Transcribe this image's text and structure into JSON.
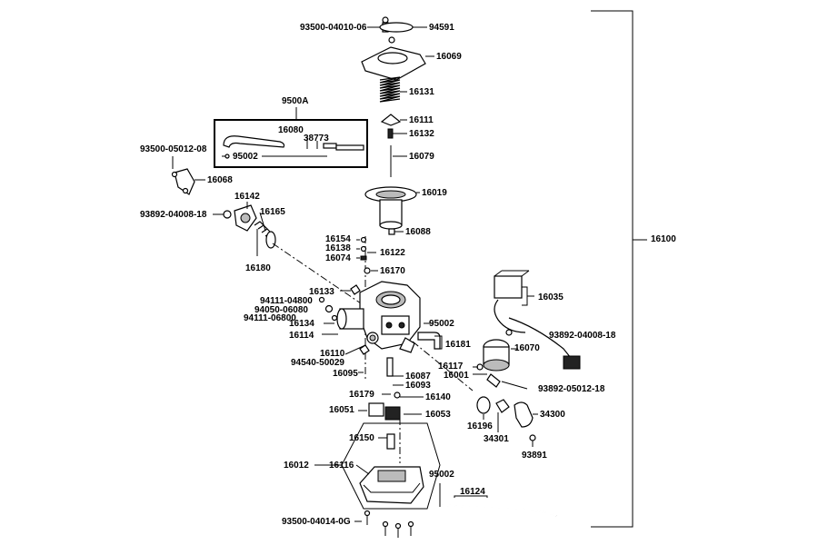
{
  "labels": {
    "p93500_04010_06": "93500-04010-06",
    "p94591": "94591",
    "p16069": "16069",
    "p16131": "16131",
    "p16111": "16111",
    "p16132": "16132",
    "p16079": "16079",
    "p16019": "16019",
    "p16088": "16088",
    "p9500A": "9500A",
    "p16080": "16080",
    "p38773": "38773",
    "p95002_top": "95002",
    "p93500_05012_08": "93500-05012-08",
    "p16068": "16068",
    "p16142": "16142",
    "p16165": "16165",
    "p93892_04008_18_left": "93892-04008-18",
    "p16180": "16180",
    "p16154": "16154",
    "p16138": "16138",
    "p16122": "16122",
    "p16074": "16074",
    "p16170": "16170",
    "p16133": "16133",
    "p94111_04800": "94111-04800",
    "p94050_06080": "94050-06080",
    "p94111_06800": "94111-06800",
    "p16134": "16134",
    "p16114": "16114",
    "p16110": "16110",
    "p94540_50029": "94540-50029",
    "p16095": "16095",
    "p16087": "16087",
    "p16093": "16093",
    "p95002_mid": "95002",
    "p16181": "16181",
    "p16035": "16035",
    "p93892_04008_18_right": "93892-04008-18",
    "p16070": "16070",
    "p16117": "16117",
    "p16001": "16001",
    "p93892_05012_18": "93892-05012-18",
    "p16179": "16179",
    "p16140": "16140",
    "p16051": "16051",
    "p16053": "16053",
    "p16196": "16196",
    "p34301": "34301",
    "p34300": "34300",
    "p93891": "93891",
    "p16150": "16150",
    "p16012": "16012",
    "p16116": "16116",
    "p95002_bottom": "95002",
    "p16124": "16124",
    "p93500_04014_0G": "93500-04014-0G",
    "p16100": "16100"
  }
}
